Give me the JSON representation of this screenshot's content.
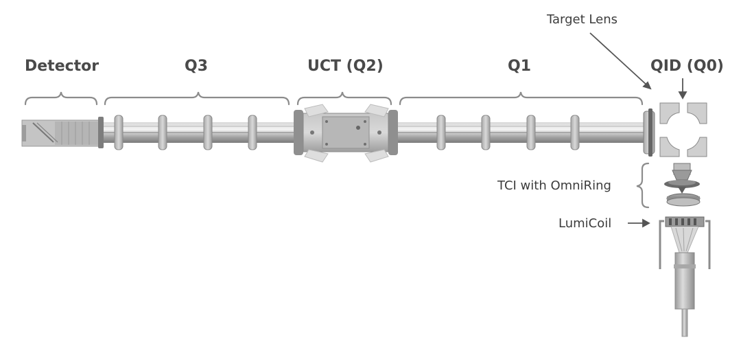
{
  "labels": {
    "detector": "Detector",
    "q3": "Q3",
    "uct": "UCT (Q2)",
    "q1": "Q1",
    "qid": "QID (Q0)",
    "target_lens": "Target Lens",
    "tci": "TCI with OmniRing",
    "lumicoil": "LumiCoil"
  },
  "colors": {
    "label": "#4a4a4a",
    "bracket": "#8c8c8c",
    "rod_light": "#e6e6e6",
    "rod_dark": "#8a8a8a",
    "metal": "#b9b9b9"
  }
}
